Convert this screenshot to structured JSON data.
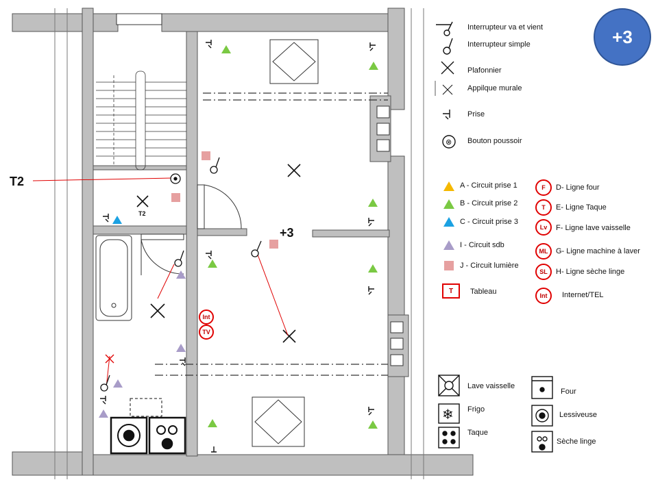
{
  "floor_badge": "+3",
  "room_labels": {
    "t2_callout": "T2",
    "t2_small": "T2",
    "plus3": "+3"
  },
  "wire_markers": {
    "int": "Int",
    "tv": "TV"
  },
  "legend_symbols": [
    {
      "icon": "two-way-switch-icon",
      "label": "Interrupteur va et vient"
    },
    {
      "icon": "simple-switch-icon",
      "label": "Interrupteur simple"
    },
    {
      "icon": "ceiling-light-icon",
      "label": "Plafonnier"
    },
    {
      "icon": "wall-light-icon",
      "label": "Appilque murale"
    },
    {
      "icon": "socket-icon",
      "label": "Prise"
    },
    {
      "icon": "push-button-icon",
      "label": "Bouton poussoir"
    }
  ],
  "legend_circuits": [
    {
      "icon": "triangle-yellow-icon",
      "color": "#f5b800",
      "label": "A - Circuit prise 1"
    },
    {
      "icon": "triangle-green-icon",
      "color": "#7ac943",
      "label": "B - Circuit prise 2"
    },
    {
      "icon": "triangle-blue-icon",
      "color": "#1ba1e2",
      "label": "C - Circuit prise 3"
    },
    {
      "icon": "triangle-purple-icon",
      "color": "#a89cc8",
      "label": "I - Circuit sdb"
    },
    {
      "icon": "square-pink-icon",
      "color": "#e6a0a0",
      "label": "J - Circuit lumière"
    }
  ],
  "legend_tableau": {
    "code": "T",
    "label": "Tableau"
  },
  "legend_lines": [
    {
      "code": "F",
      "label": "D- Ligne four"
    },
    {
      "code": "T",
      "label": "E- Ligne Taque"
    },
    {
      "code": "Lv",
      "label": "F- Ligne lave vaisselle"
    },
    {
      "code": "ML",
      "label": "G- Ligne machine à laver"
    },
    {
      "code": "SL",
      "label": "H- Ligne sèche linge"
    },
    {
      "code": "Int",
      "label": "Internet/TEL"
    }
  ],
  "legend_appliances": {
    "lave_vaisselle": "Lave vaisselle",
    "frigo": "Frigo",
    "taque": "Taque",
    "four": "Four",
    "lessiveuse": "Lessiveuse",
    "seche_linge": "Sèche linge"
  },
  "colors": {
    "wall": "#bfbfbf",
    "badge": "#4472c4",
    "red_line": "#e00000",
    "green": "#7ac943",
    "blue": "#1ba1e2",
    "purple": "#a89cc8",
    "pink": "#e6a0a0"
  }
}
